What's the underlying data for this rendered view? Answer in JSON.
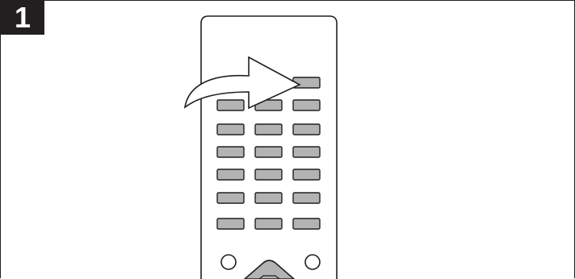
{
  "step": {
    "number": "1"
  },
  "remote": {
    "body_color": "#ffffff",
    "outline_color": "#231f20",
    "button_color": "#b3b3b3",
    "button_grid": {
      "rows": 7,
      "columns": 3,
      "target_button": "top-right"
    },
    "round_buttons": 2,
    "dpad": "partially-visible"
  },
  "arrow": {
    "icon": "curved-arrow-right-icon",
    "fill": "#ffffff"
  }
}
